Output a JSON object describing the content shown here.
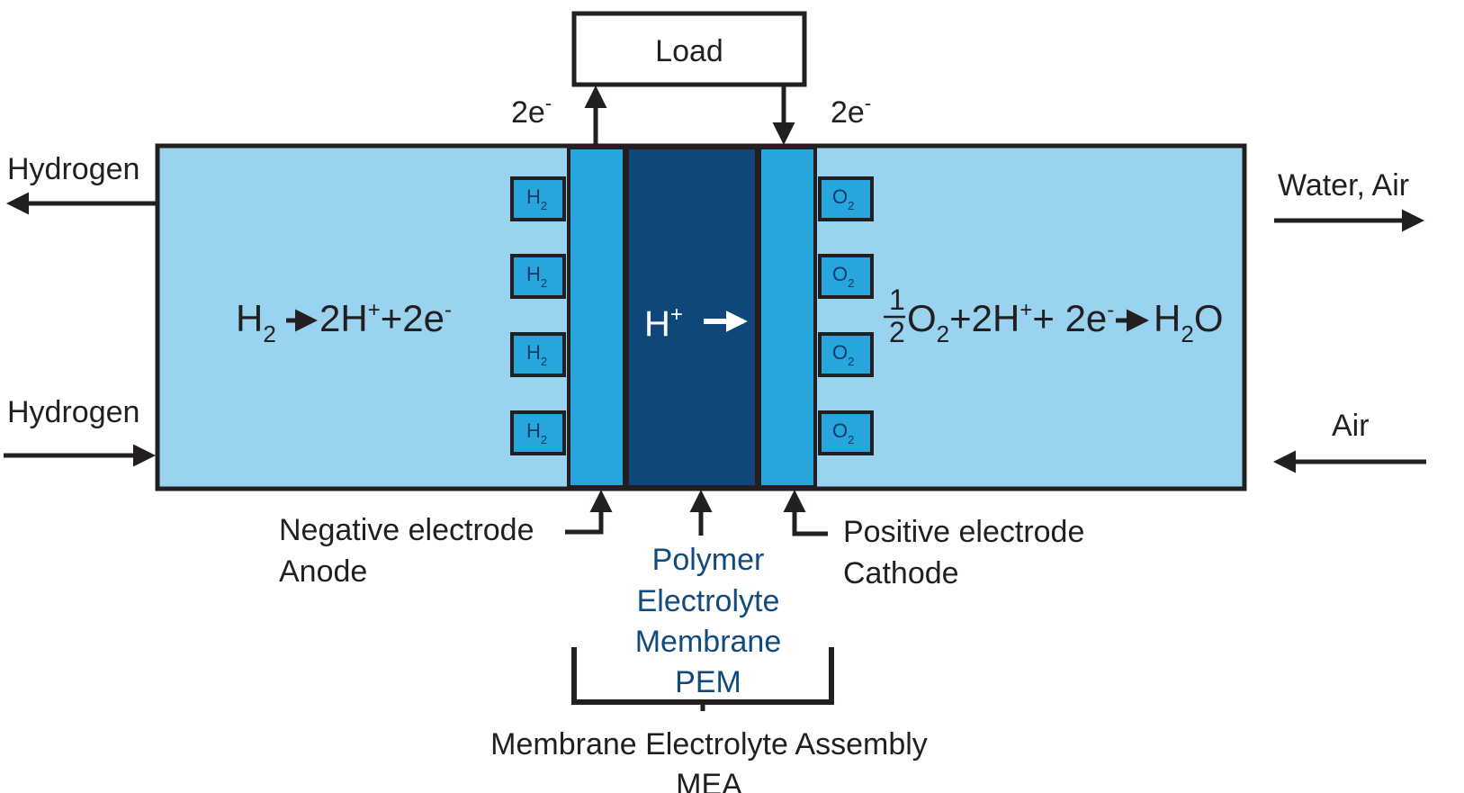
{
  "load": "Load",
  "electron_left": "2e",
  "electron_right": "2e",
  "electron_charge": "-",
  "hydrogen_out": "Hydrogen",
  "hydrogen_in": "Hydrogen",
  "water_air": "Water, Air",
  "air": "Air",
  "anode_eq": {
    "h": "H",
    "sub": "2",
    "rhs": "2H",
    "plus_sup": "+",
    "tail": "+2e",
    "minus_sup": "-"
  },
  "cathode_eq": {
    "num": "1",
    "den": "2",
    "o": "O",
    "o_sub": "2",
    "mid": "+2H",
    "plus_sup": "+",
    "mid2": "+ 2e",
    "minus_sup": "-",
    "h": "H",
    "h_sub": "2",
    "h_o": "O"
  },
  "pem_ion": {
    "h": "H",
    "sup": "+"
  },
  "h2_molecules": [
    {
      "el": "H",
      "sub": "2"
    },
    {
      "el": "H",
      "sub": "2"
    },
    {
      "el": "H",
      "sub": "2"
    },
    {
      "el": "H",
      "sub": "2"
    }
  ],
  "o2_molecules": [
    {
      "el": "O",
      "sub": "2"
    },
    {
      "el": "O",
      "sub": "2"
    },
    {
      "el": "O",
      "sub": "2"
    },
    {
      "el": "O",
      "sub": "2"
    }
  ],
  "negative_electrode": "Negative electrode",
  "anode": "Anode",
  "positive_electrode": "Positive electrode",
  "cathode": "Cathode",
  "pem_label": [
    "Polymer",
    "Electrolyte",
    "Membrane",
    "PEM"
  ],
  "mea_label": "Membrane Electrolyte Assembly",
  "mea_abbr": "MEA",
  "colors": {
    "chamber": "#9ad3f0",
    "electrode": "#27a6dd",
    "membrane": "#10477a",
    "outline": "#231f20",
    "pem_text": "#134a7c"
  }
}
